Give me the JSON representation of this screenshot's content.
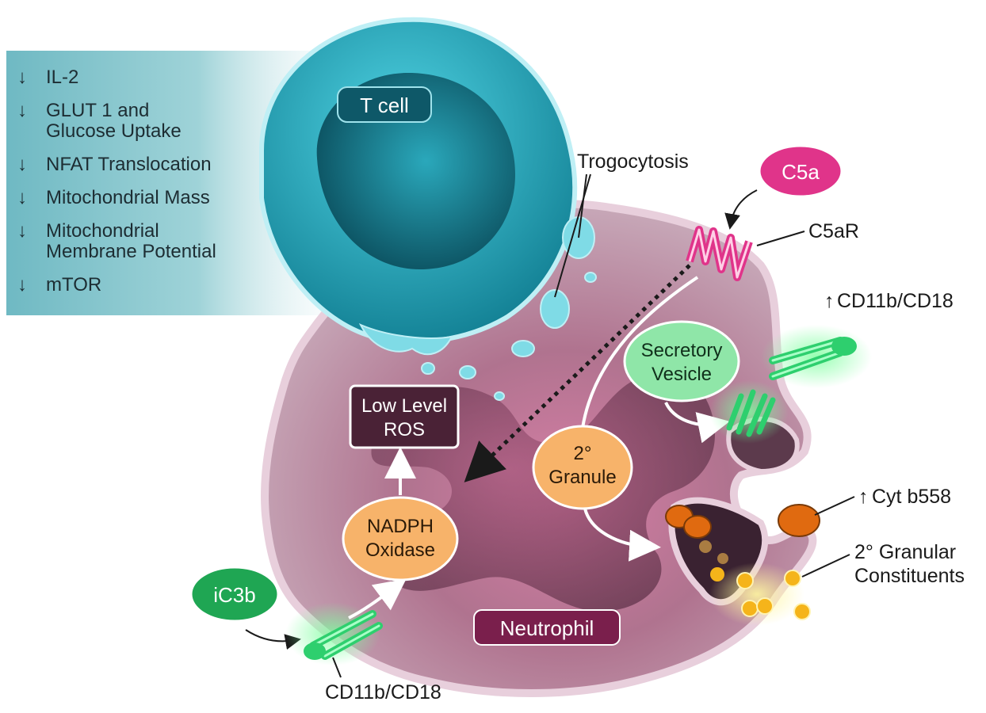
{
  "effects_panel": {
    "items": [
      {
        "arrow": "↓",
        "lines": [
          "IL-2"
        ]
      },
      {
        "arrow": "↓",
        "lines": [
          "GLUT 1 and",
          "Glucose Uptake"
        ]
      },
      {
        "arrow": "↓",
        "lines": [
          "NFAT Translocation"
        ]
      },
      {
        "arrow": "↓",
        "lines": [
          "Mitochondrial Mass"
        ]
      },
      {
        "arrow": "↓",
        "lines": [
          "Mitochondrial",
          "Membrane Potential"
        ]
      },
      {
        "arrow": "↓",
        "lines": [
          "mTOR"
        ]
      }
    ]
  },
  "cells": {
    "t_cell": "T cell",
    "neutrophil": "Neutrophil"
  },
  "labels": {
    "trogocytosis": "Trogocytosis",
    "c5a": "C5a",
    "c5ar": "C5aR",
    "cd11b_up": "CD11b/CD18",
    "cd11b_up_arrow": "↑",
    "secretory_vesicle": [
      "Secretory",
      "Vesicle"
    ],
    "low_level_ros": [
      "Low Level",
      "ROS"
    ],
    "secondary_granule": [
      "2°",
      "Granule"
    ],
    "nadph_oxidase": [
      "NADPH",
      "Oxidase"
    ],
    "cyt_b558": "Cyt b558",
    "cyt_b558_arrow": "↑",
    "granular_constituents": [
      "2° Granular",
      "Constituents"
    ],
    "ic3b": "iC3b",
    "cd11b_bottom": "CD11b/CD18"
  },
  "colors": {
    "panel": "#7ec5cc",
    "t_cell": "#1b9fb4",
    "neutrophil": "#b86a90",
    "c5a": "#e0348a",
    "ic3b": "#1fa653",
    "secretory_vesicle": "#8fe6a8",
    "granule": "#f7b36a",
    "ros_box": "#4a2236",
    "neutrophil_label": "#7a1f4c"
  }
}
